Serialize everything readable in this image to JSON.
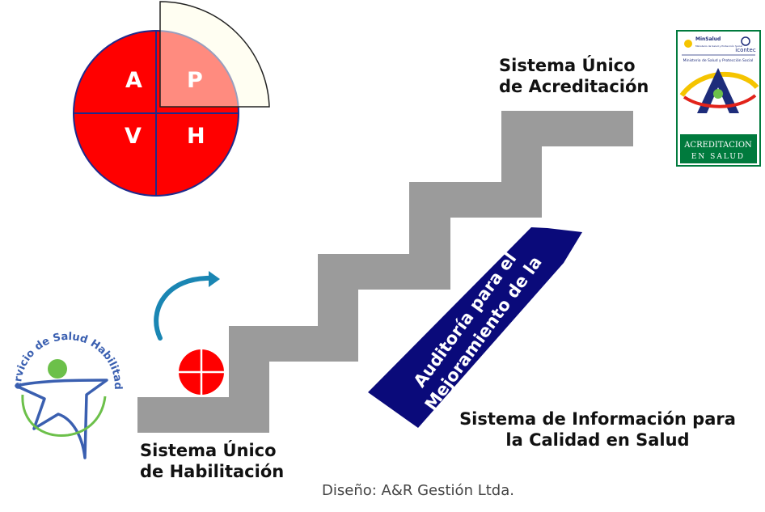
{
  "colors": {
    "cycle_red": "#ff0000",
    "cycle_border": "#1f2a8c",
    "highlight_wedge": "#fffde8",
    "stairs_gray": "#9b9b9b",
    "arrow_navy": "#0a0a7a",
    "curved_arrow": "#1a86b3",
    "habilitado_blue": "#3a5fb0",
    "habilitado_green": "#6cc04a",
    "acreditacion_green": "#007a3d",
    "acreditacion_navy": "#1d2c7a",
    "acreditacion_yellow": "#f5c400"
  },
  "cycle": {
    "quadrants": {
      "top_left": "A",
      "top_right": "P",
      "bottom_left": "V",
      "bottom_right": "H"
    }
  },
  "habilitacion_label": {
    "line1": "Sistema Único",
    "line2": "de Habilitación"
  },
  "acreditacion_label": {
    "line1": "Sistema Único",
    "line2": "de Acreditación"
  },
  "auditoria_arrow": {
    "line1": "Auditoría para el",
    "line2": "Mejoramiento de la"
  },
  "informacion_label": {
    "line1": "Sistema de Información para",
    "line2": "la Calidad en Salud"
  },
  "habilitado_logo": {
    "text": "Servicio de Salud Habilitado"
  },
  "acreditacion_logo": {
    "ministry": "MinSalud",
    "ministry_sub": "Ministerio de Salud y Protección Social",
    "icontec": "icontec",
    "ministry_line": "Ministerio de Salud y Protección Social",
    "line1": "ACREDITACION",
    "line2": "EN SALUD"
  },
  "credit": "Diseño: A&R Gestión Ltda."
}
